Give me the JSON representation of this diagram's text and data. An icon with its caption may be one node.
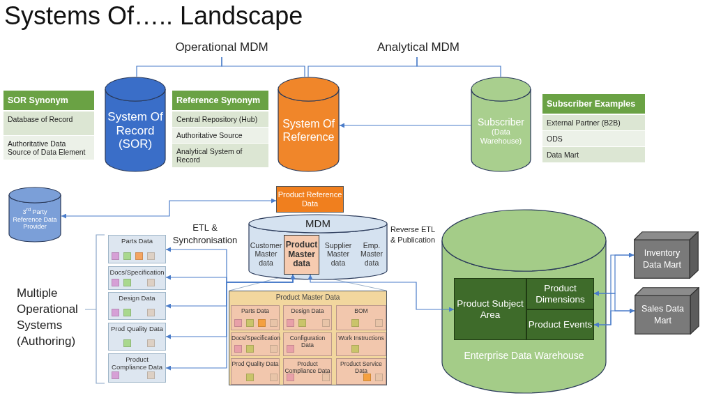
{
  "diagram": {
    "title": "Systems Of….. Landscape",
    "nodes": [
      {
        "text": [
          "Operational MDM"
        ]
      },
      {
        "text": [
          "Analytical MDM"
        ]
      },
      {
        "text": [
          "SOR Synonym",
          "Database of Record",
          "Authoritative Data Source of Data Element"
        ]
      },
      {
        "text": [
          "System Of Record (SOR)"
        ]
      },
      {
        "text": [
          "Reference Synonym",
          "Central Repository (Hub)",
          "Authoritative Source",
          "Analytical System of Record"
        ]
      },
      {
        "text": [
          "System Of Reference"
        ]
      },
      {
        "text": [
          "Subscriber",
          "(Data Warehouse)"
        ]
      },
      {
        "text": [
          "Subscriber Examples",
          "External Partner (B2B)",
          "ODS",
          "Data Mart"
        ]
      },
      {
        "text": [
          "3$^{rd}$ Party Reference Data Provider"
        ]
      },
      {
        "text": [
          "Product Reference Data"
        ]
      },
      {
        "text": [
          "MDM"
        ]
      },
      {
        "text": [
          "Customer Master data"
        ],
        "in": 10
      },
      {
        "text": [
          "Product Master data"
        ],
        "in": 10
      },
      {
        "text": [
          "Supplier Master data"
        ],
        "in": 10
      },
      {
        "text": [
          "Emp. Master data"
        ],
        "in": 10
      },
      {
        "text": [
          "Parts Data"
        ]
      },
      {
        "text": [
          "Docs/Specification"
        ]
      },
      {
        "text": [
          "Design Data"
        ]
      },
      {
        "text": [
          "Prod Quality Data"
        ]
      },
      {
        "text": [
          "Product Compliance Data"
        ]
      },
      {
        "text": [
          "Product Master Data"
        ]
      },
      {
        "text": [
          "Parts Data"
        ],
        "in": 20
      },
      {
        "text": [
          "Design Data"
        ],
        "in": 20
      },
      {
        "text": [
          "BOM"
        ],
        "in": 20
      },
      {
        "text": [
          "Docs/Specification"
        ],
        "in": 20
      },
      {
        "text": [
          "Configuration Data"
        ],
        "in": 20
      },
      {
        "text": [
          "Work Instructions"
        ],
        "in": 20
      },
      {
        "text": [
          "Prod Quality Data"
        ],
        "in": 20
      },
      {
        "text": [
          "Product Compliance Data"
        ],
        "in": 20
      },
      {
        "text": [
          "Product Service Data"
        ],
        "in": 20
      },
      {
        "text": [
          "Enterprise Data Warehouse"
        ]
      },
      {
        "text": [
          "Product Subject Area"
        ],
        "in": 30
      },
      {
        "text": [
          "Product Dimensions"
        ],
        "in": 30
      },
      {
        "text": [
          "Product Events"
        ],
        "in": 30
      },
      {
        "text": [
          "Inventory Data Mart"
        ]
      },
      {
        "text": [
          "Sales Data Mart"
        ]
      }
    ],
    "edges": [
      {
        "from": 0,
        "to": 3,
        "arrow": "none"
      },
      {
        "from": 0,
        "to": 5,
        "arrow": "none"
      },
      {
        "from": 1,
        "to": 5,
        "arrow": "none"
      },
      {
        "from": 1,
        "to": 6,
        "arrow": "none"
      },
      {
        "from": 6,
        "to": 5,
        "arrow": "to"
      },
      {
        "from": 8,
        "to": 9,
        "arrow": "both"
      },
      {
        "from": 12,
        "to": 15,
        "arrow": "both"
      },
      {
        "from": 12,
        "to": 16,
        "arrow": "both"
      },
      {
        "from": 12,
        "to": 17,
        "arrow": "both"
      },
      {
        "from": 12,
        "to": 18,
        "arrow": "both"
      },
      {
        "from": 12,
        "to": 19,
        "arrow": "both"
      },
      {
        "from": 12,
        "to": 31,
        "arrow": "both"
      },
      {
        "from": 32,
        "to": 34,
        "arrow": "both"
      },
      {
        "from": 32,
        "to": 35,
        "arrow": "both"
      },
      {
        "from": 33,
        "to": 34,
        "arrow": "both"
      },
      {
        "from": 33,
        "to": 35,
        "arrow": "both"
      }
    ],
    "labels": [
      "ETL & Synchronisation",
      "Reverse ETL & Publication",
      "Multiple Operational Systems (Authoring)"
    ]
  }
}
